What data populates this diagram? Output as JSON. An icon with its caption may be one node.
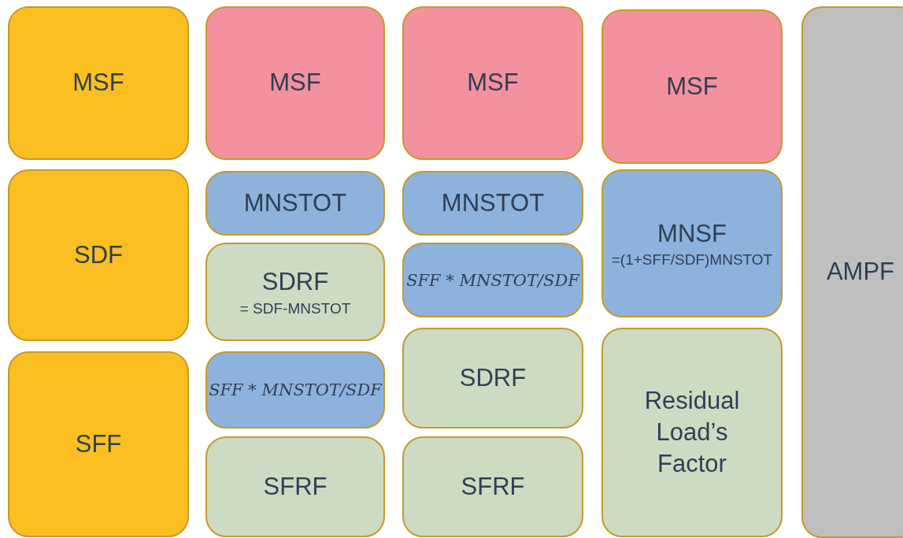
{
  "diagram": {
    "nodes": [
      {
        "text": [
          "MSF"
        ]
      },
      {
        "text": [
          "SDF"
        ]
      },
      {
        "text": [
          "SFF"
        ]
      },
      {
        "text": [
          "MSF"
        ]
      },
      {
        "text": [
          "MNSTOT"
        ]
      },
      {
        "text": [
          "SDRF",
          "= SDF-MNSTOT"
        ]
      },
      {
        "text": [
          "SFF * MNSTOT/SDF"
        ]
      },
      {
        "text": [
          "SFRF"
        ]
      },
      {
        "text": [
          "MSF"
        ]
      },
      {
        "text": [
          "MNSTOT"
        ]
      },
      {
        "text": [
          "SFF * MNSTOT/SDF"
        ]
      },
      {
        "text": [
          "SDRF"
        ]
      },
      {
        "text": [
          "SFRF"
        ]
      },
      {
        "text": [
          "MSF"
        ]
      },
      {
        "text": [
          "MNSF",
          "=(1+SFF/SDF)MNSTOT"
        ]
      },
      {
        "text": [
          "Residual Load’s Factor"
        ]
      },
      {
        "text": [
          "AMPF"
        ]
      }
    ]
  }
}
